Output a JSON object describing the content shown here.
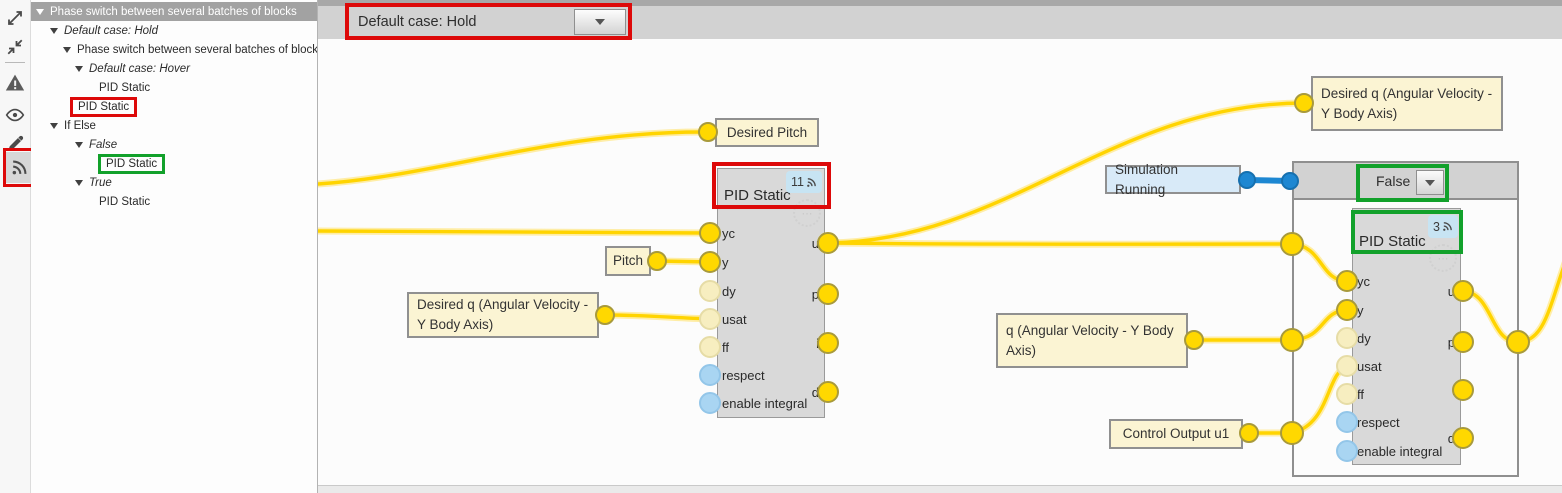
{
  "sidebar": {
    "icons": [
      {
        "name": "expand-icon"
      },
      {
        "name": "collapse-icon"
      },
      {
        "name": "warning-icon"
      },
      {
        "name": "visibility-icon"
      },
      {
        "name": "edit-pencil-icon"
      },
      {
        "name": "live-signal-icon"
      }
    ]
  },
  "tree": {
    "rows": [
      {
        "label": "Phase switch between several batches of blocks",
        "selected": true
      },
      {
        "label": "Default case: Hold"
      },
      {
        "label": "Phase switch between several batches of blocks"
      },
      {
        "label": "Default case: Hover"
      },
      {
        "label": "PID Static"
      },
      {
        "label": "PID Static",
        "highlight": "red"
      },
      {
        "label": "If Else"
      },
      {
        "label": "False"
      },
      {
        "label": "PID Static",
        "highlight": "green"
      },
      {
        "label": "True"
      },
      {
        "label": "PID Static"
      }
    ]
  },
  "toolbar": {
    "case_dropdown_value": "Default case: Hold"
  },
  "canvas": {
    "labels": {
      "desired_pitch": "Desired Pitch",
      "pitch": "Pitch",
      "desired_q_left": "Desired q (Angular Velocity - Y Body Axis)",
      "desired_q_right": "Desired q (Angular Velocity - Y Body Axis)",
      "simulation_running": "Simulation Running",
      "q_y_body": "q (Angular Velocity - Y Body Axis)",
      "control_output_u1": "Control Output u1"
    },
    "pid_block_1": {
      "title": "PID Static",
      "badge_count": "11",
      "inputs": [
        "yc",
        "y",
        "dy",
        "usat",
        "ff",
        "respect",
        "enable integral"
      ],
      "outputs": [
        "u",
        "p",
        "i",
        "d"
      ]
    },
    "pid_block_2": {
      "title": "PID Static",
      "badge_count": "3",
      "inputs": [
        "yc",
        "y",
        "dy",
        "usat",
        "ff",
        "respect",
        "enable integral"
      ],
      "outputs": [
        "u",
        "p",
        "i",
        "d"
      ]
    },
    "ifelse": {
      "dropdown_value": "False"
    },
    "colors": {
      "wire_yellow": "#ffd400",
      "wire_blue": "#1d87d2",
      "port_yellow": "#ffd800",
      "port_pale_yellow": "#f7eec0",
      "port_blue": "#a9d5f2",
      "label_cream": "#fbf4d3",
      "label_blue": "#d8eaf8",
      "highlight_red": "#dd0909",
      "highlight_green": "#12a12b"
    }
  }
}
